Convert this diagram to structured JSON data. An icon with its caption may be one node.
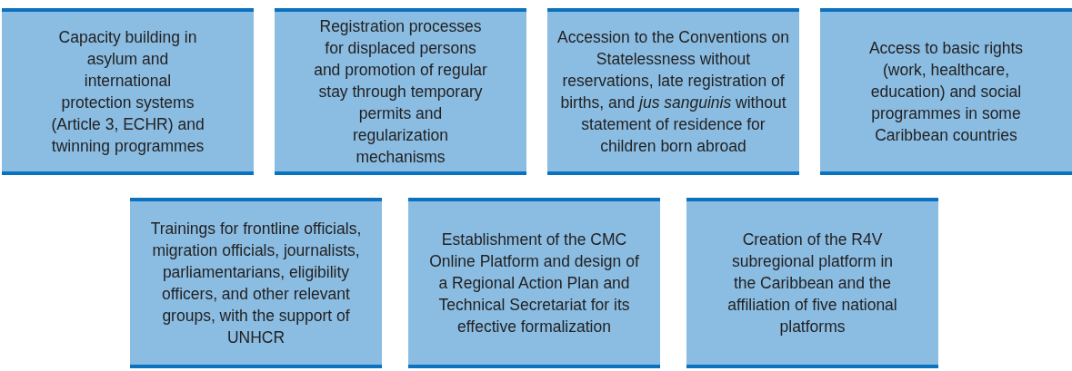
{
  "diagram": {
    "nodes": [
      {
        "text": [
          "Capacity building in asylum and international protection systems (Article 3, ECHR) and twinning programmes"
        ]
      },
      {
        "text": [
          "Registration processes for displaced persons and promotion of regular stay through temporary permits and regularization mechanisms"
        ]
      },
      {
        "text": [
          "Accession to the Conventions on Statelessness without reservations, late registration of births, and *jus sanguinis* without statement of residence for children born abroad"
        ]
      },
      {
        "text": [
          "Access to basic rights (work, healthcare, education) and social programmes in some Caribbean countries"
        ]
      },
      {
        "text": [
          "Trainings for frontline officials, migration officials, journalists, parliamentarians, eligibility officers, and other relevant groups, with the support of UNHCR"
        ]
      },
      {
        "text": [
          "Establishment of the CMC Online Platform and design of a Regional Action Plan and Technical Secretariat for its effective formalization"
        ]
      },
      {
        "text": [
          "Creation of the R4V subregional platform in the Caribbean and the affiliation of five national platforms"
        ]
      }
    ],
    "edges": []
  }
}
